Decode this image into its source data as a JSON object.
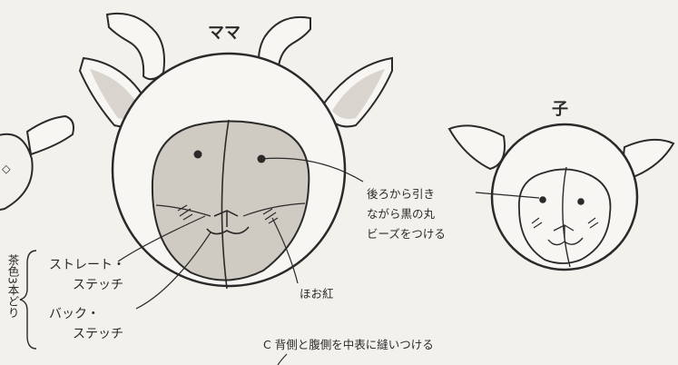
{
  "diagram": {
    "labels": {
      "mama": "ママ",
      "ko": "子",
      "note_beads_line1": "後ろから引き",
      "note_beads_line2": "ながら黒の丸",
      "note_beads_line3": "ビーズをつける",
      "note_cheek": "ほお紅",
      "note_straight_line1": "ストレート・",
      "note_straight_line2": "ステッチ",
      "note_back_line1": "バック・",
      "note_back_line2": "ステッチ",
      "thread_spec": "茶色3本どり",
      "step_c": "C 背側と腹側を中表に縫いつける"
    },
    "colors": {
      "ink": "#2a2a2a",
      "paper": "#f3f1ec",
      "face_fill": "#cfcac2",
      "inner_ear_fill": "#d9d5ce"
    }
  }
}
